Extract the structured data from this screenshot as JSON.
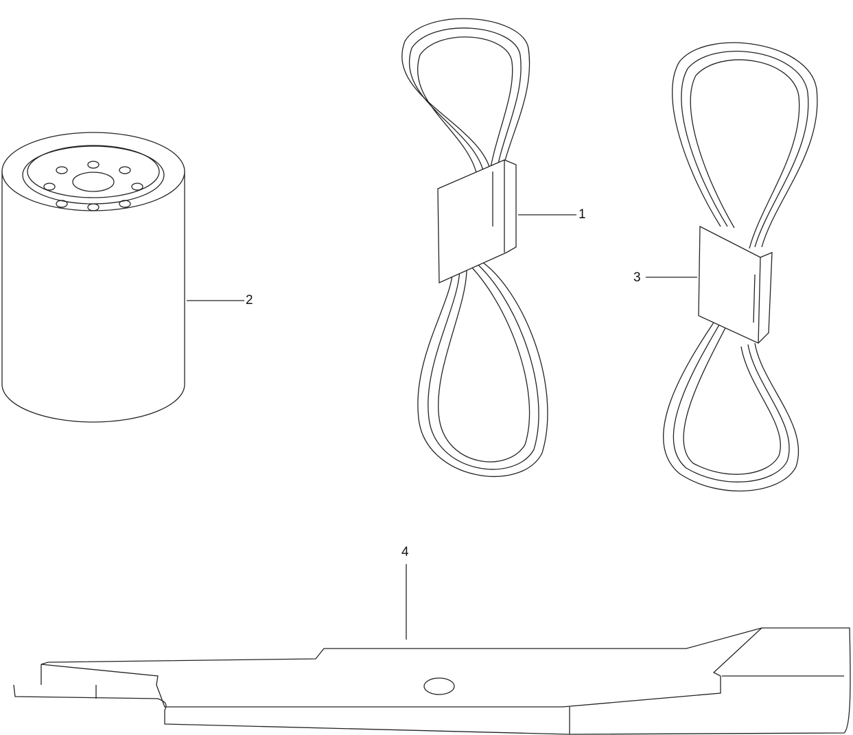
{
  "diagram": {
    "callouts": [
      {
        "number": "1",
        "part": "belt-a"
      },
      {
        "number": "2",
        "part": "filter"
      },
      {
        "number": "3",
        "part": "belt-b"
      },
      {
        "number": "4",
        "part": "blade"
      }
    ]
  }
}
